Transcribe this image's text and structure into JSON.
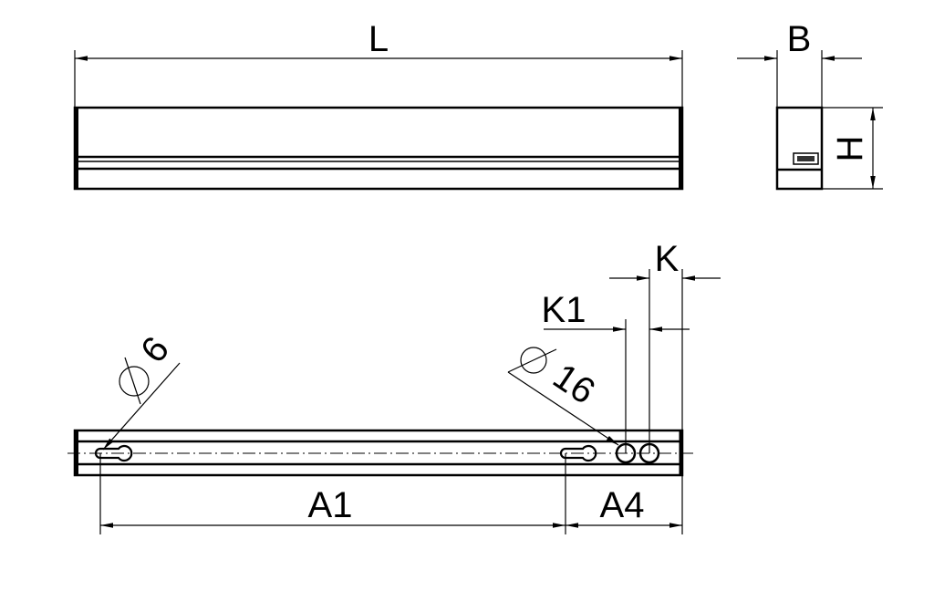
{
  "labels": {
    "length": "L",
    "width": "B",
    "height": "H",
    "k": "K",
    "k1": "K1",
    "a1": "A1",
    "a4": "A4",
    "slot_diameter": "6",
    "hole_diameter": "16"
  },
  "colors": {
    "line": "#000000",
    "background": "#ffffff"
  }
}
